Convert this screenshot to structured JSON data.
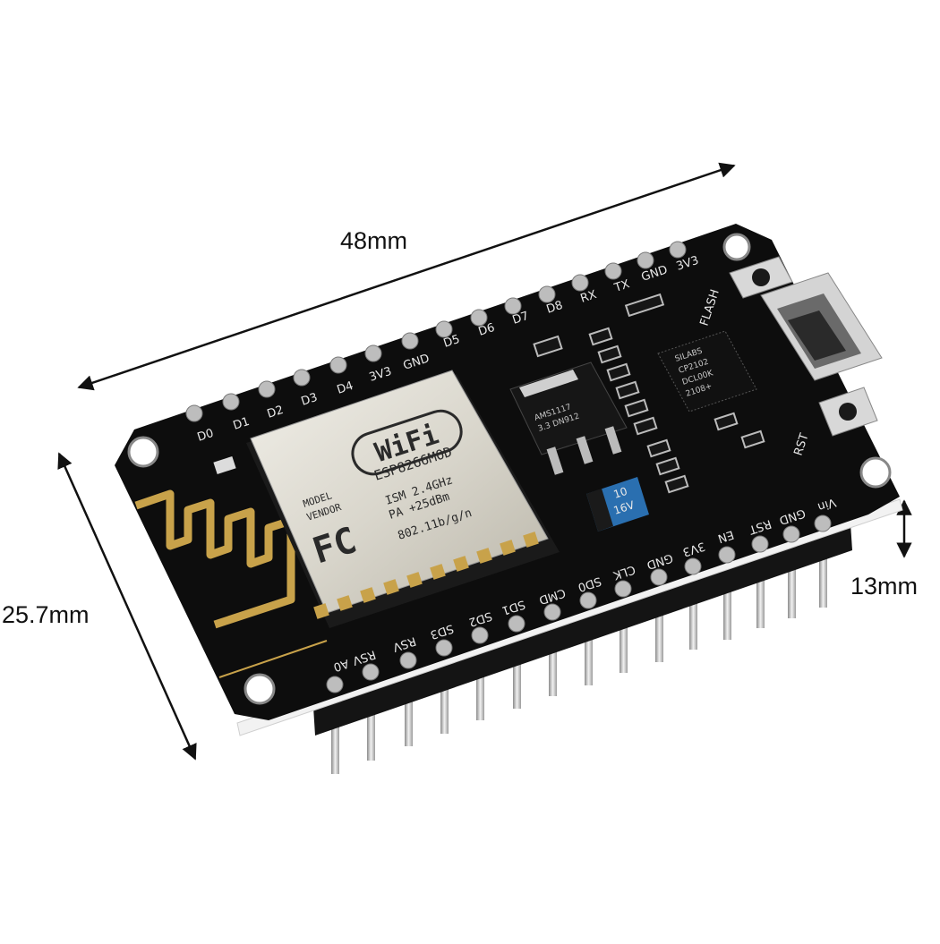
{
  "dimensions": {
    "length": "48mm",
    "width": "25.7mm",
    "height": "13mm"
  },
  "top_pins": [
    "D0",
    "D1",
    "D2",
    "D3",
    "D4",
    "3V3",
    "GND",
    "D5",
    "D6",
    "D7",
    "D8",
    "RX",
    "TX",
    "GND",
    "3V3"
  ],
  "bottom_pins": [
    "A0",
    "RSV",
    "RSV",
    "SD3",
    "SD2",
    "SD1",
    "CMD",
    "SD0",
    "CLK",
    "GND",
    "3V3",
    "EN",
    "RST",
    "GND",
    "Vin"
  ],
  "buttons": {
    "flash": "FLASH",
    "reset": "RST"
  },
  "wifi_module": {
    "logo": "WiFi",
    "model": "ESP8266MOD",
    "model_label": "MODEL",
    "vendor_label": "VENDOR",
    "spec1": "ISM 2.4GHz",
    "spec2": "PA +25dBm",
    "spec3": "802.11b/g/n",
    "fcc": "FC"
  },
  "regulator": {
    "line1": "AMS1117",
    "line2": "3.3 DN912"
  },
  "usb_chip": {
    "line1": "SILABS",
    "line2": "CP2102",
    "line3": "DCL00K",
    "line4": "2108+"
  },
  "capacitor": {
    "line1": "10",
    "line2": "16V"
  },
  "colors": {
    "pcb": "#0d0d0d",
    "silkscreen": "#e8e8e8",
    "shield": "#d9d6cc",
    "gold": "#c8a24a",
    "capacitor": "#2a6fb0"
  }
}
